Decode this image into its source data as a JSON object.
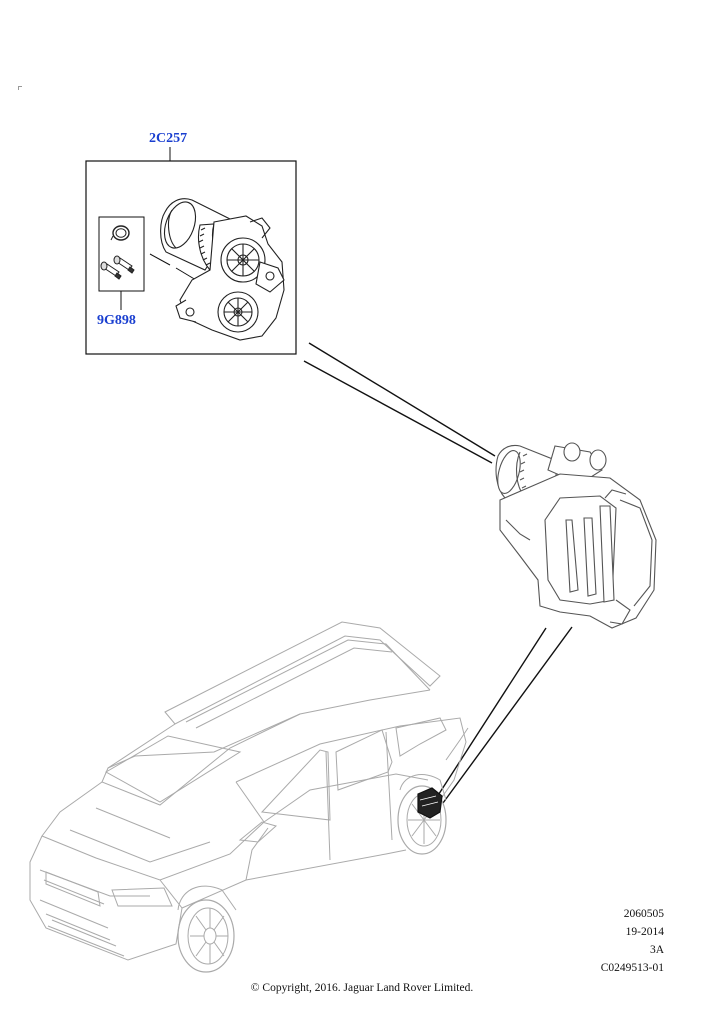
{
  "callouts": {
    "main_part": "2C257",
    "kit_part": "9G898"
  },
  "reference": {
    "line1": "2060505",
    "line2": "19-2014",
    "line3": "3A",
    "line4": "C0249513-01"
  },
  "copyright": "© Copyright, 2016. Jaguar Land Rover Limited.",
  "icons": {
    "motor": "brake-caliper-motor-icon",
    "seal": "o-ring-seal-icon",
    "bolts": "bolt-pair-icon",
    "caliper": "brake-caliper-assembly-icon",
    "vehicle": "vehicle-suv-icon"
  }
}
